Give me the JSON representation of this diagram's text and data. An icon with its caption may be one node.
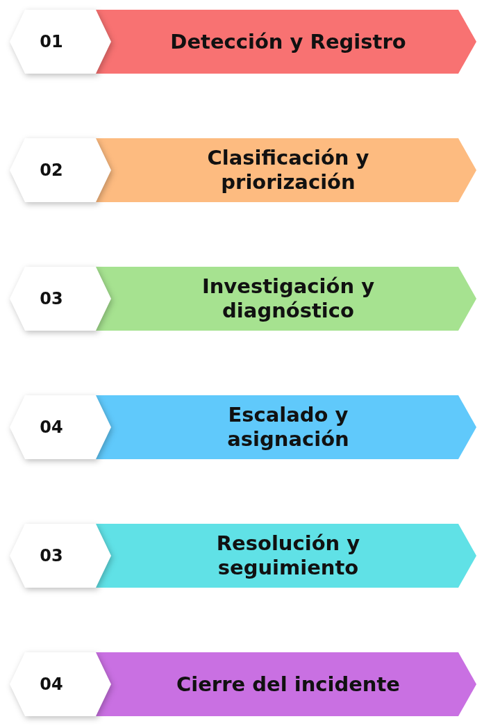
{
  "diagram": {
    "nodes": [
      {
        "text": [
          "01"
        ]
      },
      {
        "text": [
          "Detección y Registro"
        ]
      },
      {
        "text": [
          "02"
        ]
      },
      {
        "text": [
          "Clasificación y priorización"
        ]
      },
      {
        "text": [
          "03"
        ]
      },
      {
        "text": [
          "Investigación y diagnóstico"
        ]
      },
      {
        "text": [
          "04"
        ]
      },
      {
        "text": [
          "Escalado y asignación"
        ]
      },
      {
        "text": [
          "03"
        ]
      },
      {
        "text": [
          "Resolución y seguimiento"
        ]
      },
      {
        "text": [
          "04"
        ]
      },
      {
        "text": [
          "Cierre del incidente"
        ]
      }
    ]
  }
}
